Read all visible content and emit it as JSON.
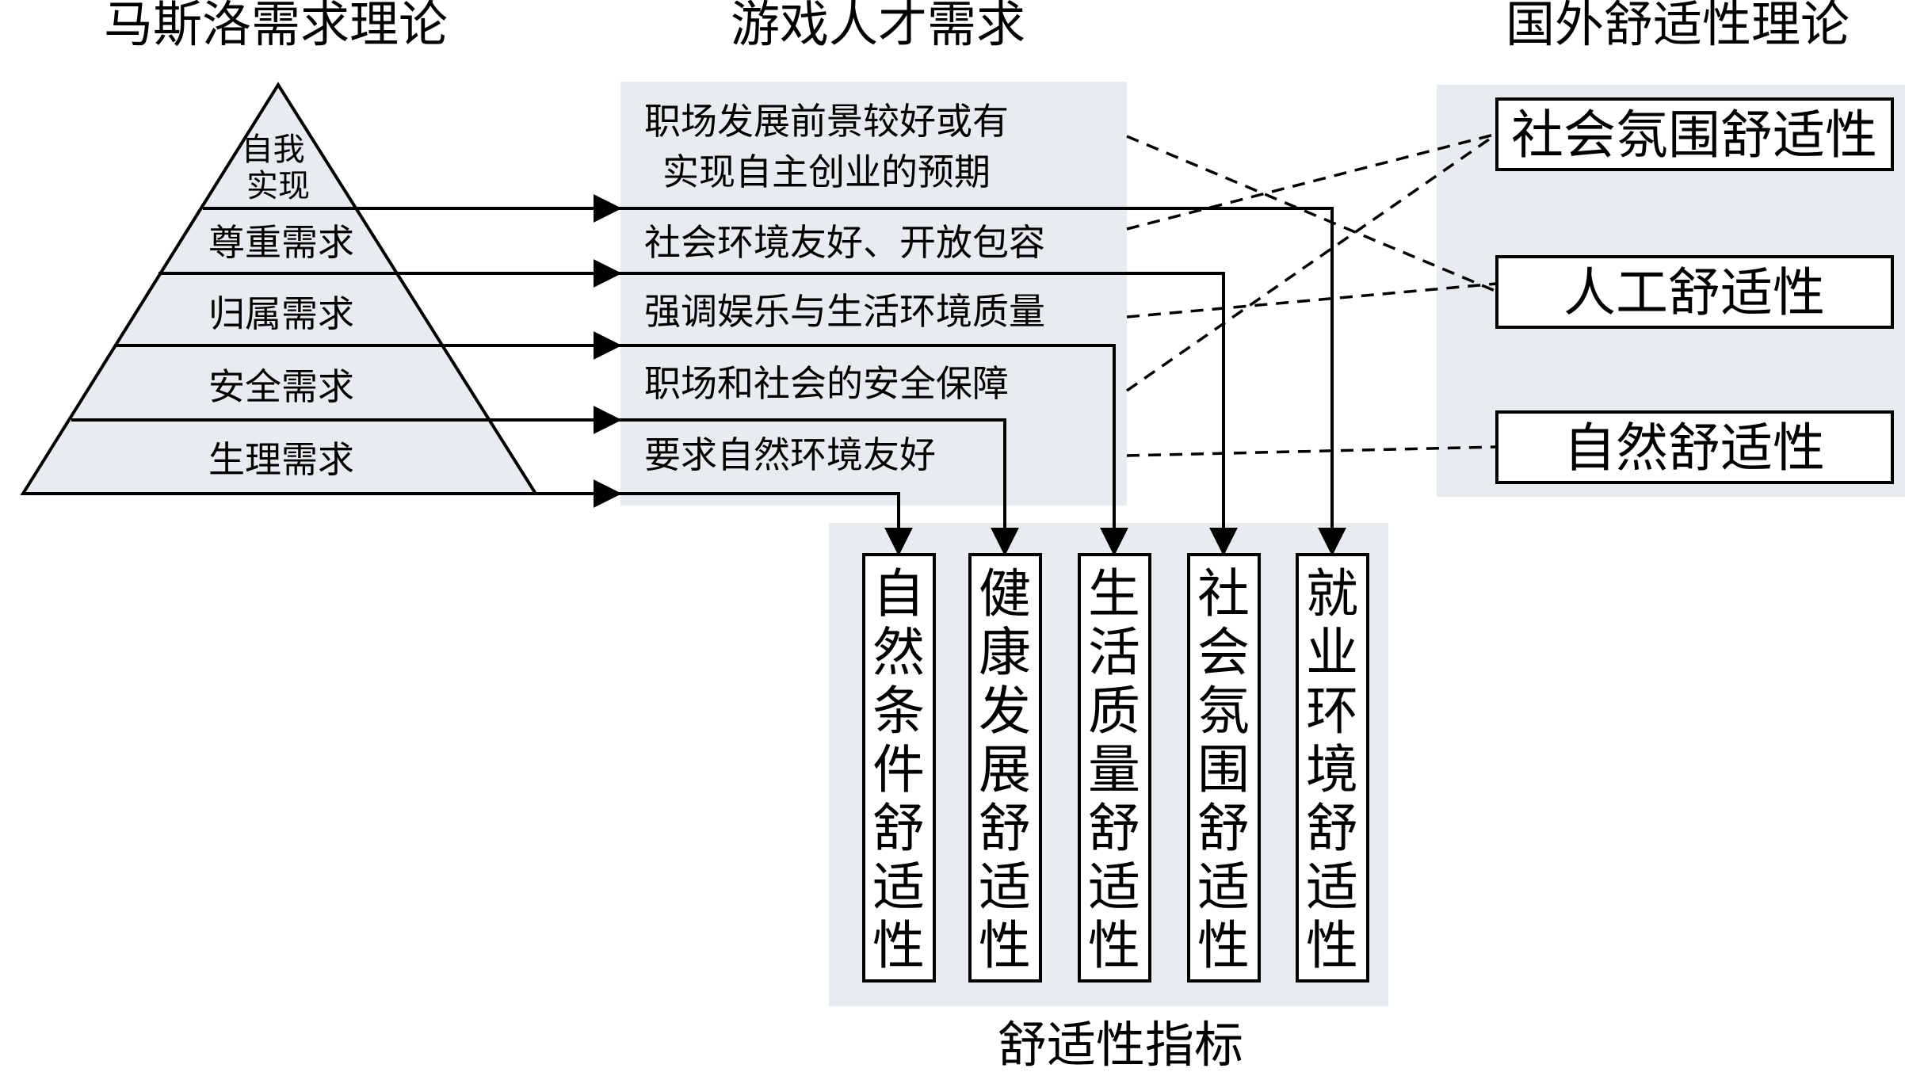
{
  "titles": {
    "maslow": "马斯洛需求理论",
    "game_talent": "游戏人才需求",
    "foreign": "国外舒适性理论",
    "indicators": "舒适性指标"
  },
  "pyramid": {
    "levels": [
      "自我实现",
      "尊重需求",
      "归属需求",
      "安全需求",
      "生理需求"
    ],
    "top_lines": [
      "自我",
      "实现"
    ]
  },
  "needs": {
    "item1_line1": "职场发展前景较好或有",
    "item1_line2": "实现自主创业的预期",
    "item2": "社会环境友好、开放包容",
    "item3": "强调娱乐与生活环境质量",
    "item4": "职场和社会的安全保障",
    "item5": "要求自然环境友好"
  },
  "theories": [
    "社会氛围舒适性",
    "人工舒适性",
    "自然舒适性"
  ],
  "indicators": [
    "自然条件舒适性",
    "健康发展舒适性",
    "生活质量舒适性",
    "社会氛围舒适性",
    "就业环境舒适性"
  ],
  "colors": {
    "shade": "#e8ecef",
    "line": "#000000"
  }
}
